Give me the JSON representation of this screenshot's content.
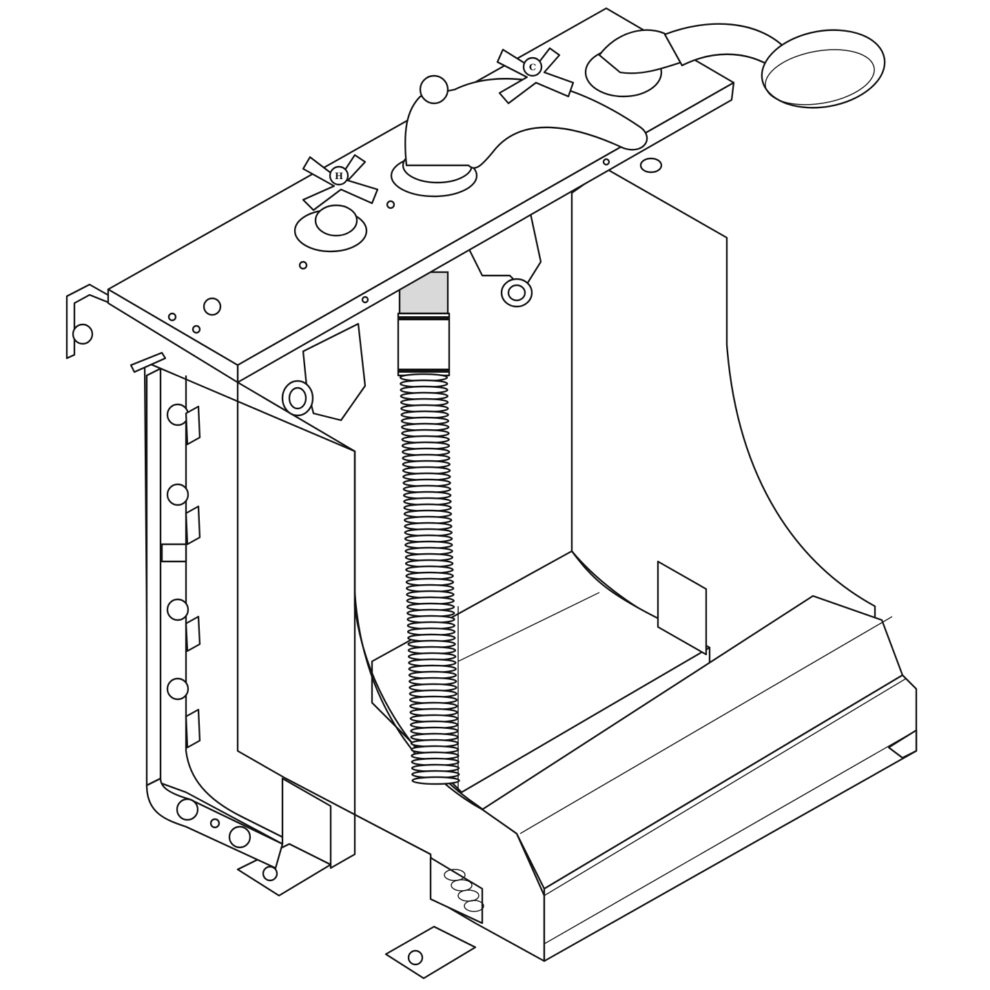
{
  "diagram": {
    "subject": "",
    "handles": [
      {
        "label": "H",
        "side": "left"
      },
      {
        "label": "C",
        "side": "right"
      }
    ],
    "colors": {
      "line": "#111111",
      "background": "#ffffff",
      "fitting_shade": "#d9d9d9"
    }
  }
}
